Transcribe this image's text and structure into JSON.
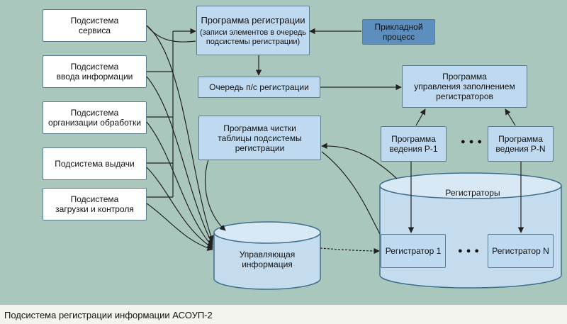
{
  "subsystems": {
    "service": [
      "Подсистема",
      "сервиса"
    ],
    "input": [
      "Подсистема",
      "ввода информации"
    ],
    "processing": [
      "Подсистема",
      "организации обработки"
    ],
    "output": [
      "Подсистема выдачи"
    ],
    "loading": [
      "Подсистема",
      "загрузки и контроля"
    ]
  },
  "registration_program": {
    "title": "Программа регистрации",
    "note": [
      "(записи элементов в очередь",
      "подсистемы регистрации)"
    ]
  },
  "applied_process": [
    "Прикладной",
    "процесс"
  ],
  "queue": "Очередь  п/с регистрации",
  "cleanup_program": [
    "Программа чистки",
    "таблицы подсистемы",
    "регистрации"
  ],
  "fill_manager": [
    "Программа",
    "управления заполнением",
    "регистраторов"
  ],
  "maintain_1": [
    "Программа",
    "ведения Р-1"
  ],
  "maintain_n": [
    "Программа",
    "ведения Р-N"
  ],
  "ellipsis": "● ● ●",
  "registrators": {
    "title": "Регистраторы",
    "first": "Регистратор 1",
    "last": "Регистратор N"
  },
  "control_info": [
    "Управляющая",
    "информация"
  ],
  "caption": "Подсистема регистрации информации АСОУП-2",
  "colors": {
    "background": "#a9c7bd",
    "box_blue": "#bfdaf0",
    "box_dark": "#5c8fbd",
    "cylinder": "#c4dcee",
    "line": "#222222"
  }
}
